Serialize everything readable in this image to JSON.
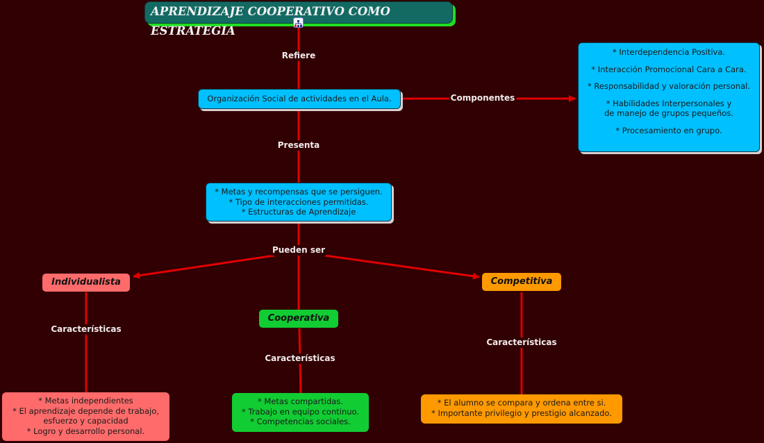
{
  "diagram": {
    "title": "APRENDIZAJE COOPERATIVO COMO ESTRATEGIA",
    "title_icon": "hierarchy-icon",
    "colors": {
      "background": "#300003",
      "title_fill": "#136a63",
      "title_shadow": "#22dd22",
      "info_fill": "#00c0ff",
      "individualista": "#ff6b6b",
      "cooperativa": "#11cc33",
      "competitiva": "#ff9900",
      "link": "#e00000"
    },
    "nodes": {
      "organizacion": "Organización Social de actividades en el Aula.",
      "componentes": [
        "* Interdependencia Positiva.",
        "* Interacción Promocional Cara a Cara.",
        "* Responsabilidad y valoración personal.",
        "* Habilidades Interpersonales y",
        "de manejo de grupos pequeños.",
        "* Procesamiento en grupo."
      ],
      "presenta": [
        "* Metas y recompensas que se persiguen.",
        "* Tipo de interacciones permitidas.",
        "* Estructuras de Aprendizaje"
      ],
      "individualista": "Individualista",
      "cooperativa": "Cooperativa",
      "competitiva": "Competitiva",
      "individualista_caracteristicas": [
        "* Metas independientes",
        "* El aprendizaje depende de trabajo,",
        "esfuerzo y capacidad",
        "* Logro y desarrollo personal."
      ],
      "cooperativa_caracteristicas": [
        "* Metas compartidas.",
        "* Trabajo en equipo continuo.",
        "* Competencias sociales."
      ],
      "competitiva_caracteristicas": [
        "* El alumno se compara y ordena entre si.",
        "* Importante privilegio y prestigio alcanzado."
      ]
    },
    "links": {
      "refiere": "Refiere",
      "componentes": "Componentes",
      "presenta": "Presenta",
      "pueden_ser": "Pueden ser",
      "caracteristicas_ind": "Características",
      "caracteristicas_coop": "Características",
      "caracteristicas_compt": "Características"
    }
  }
}
